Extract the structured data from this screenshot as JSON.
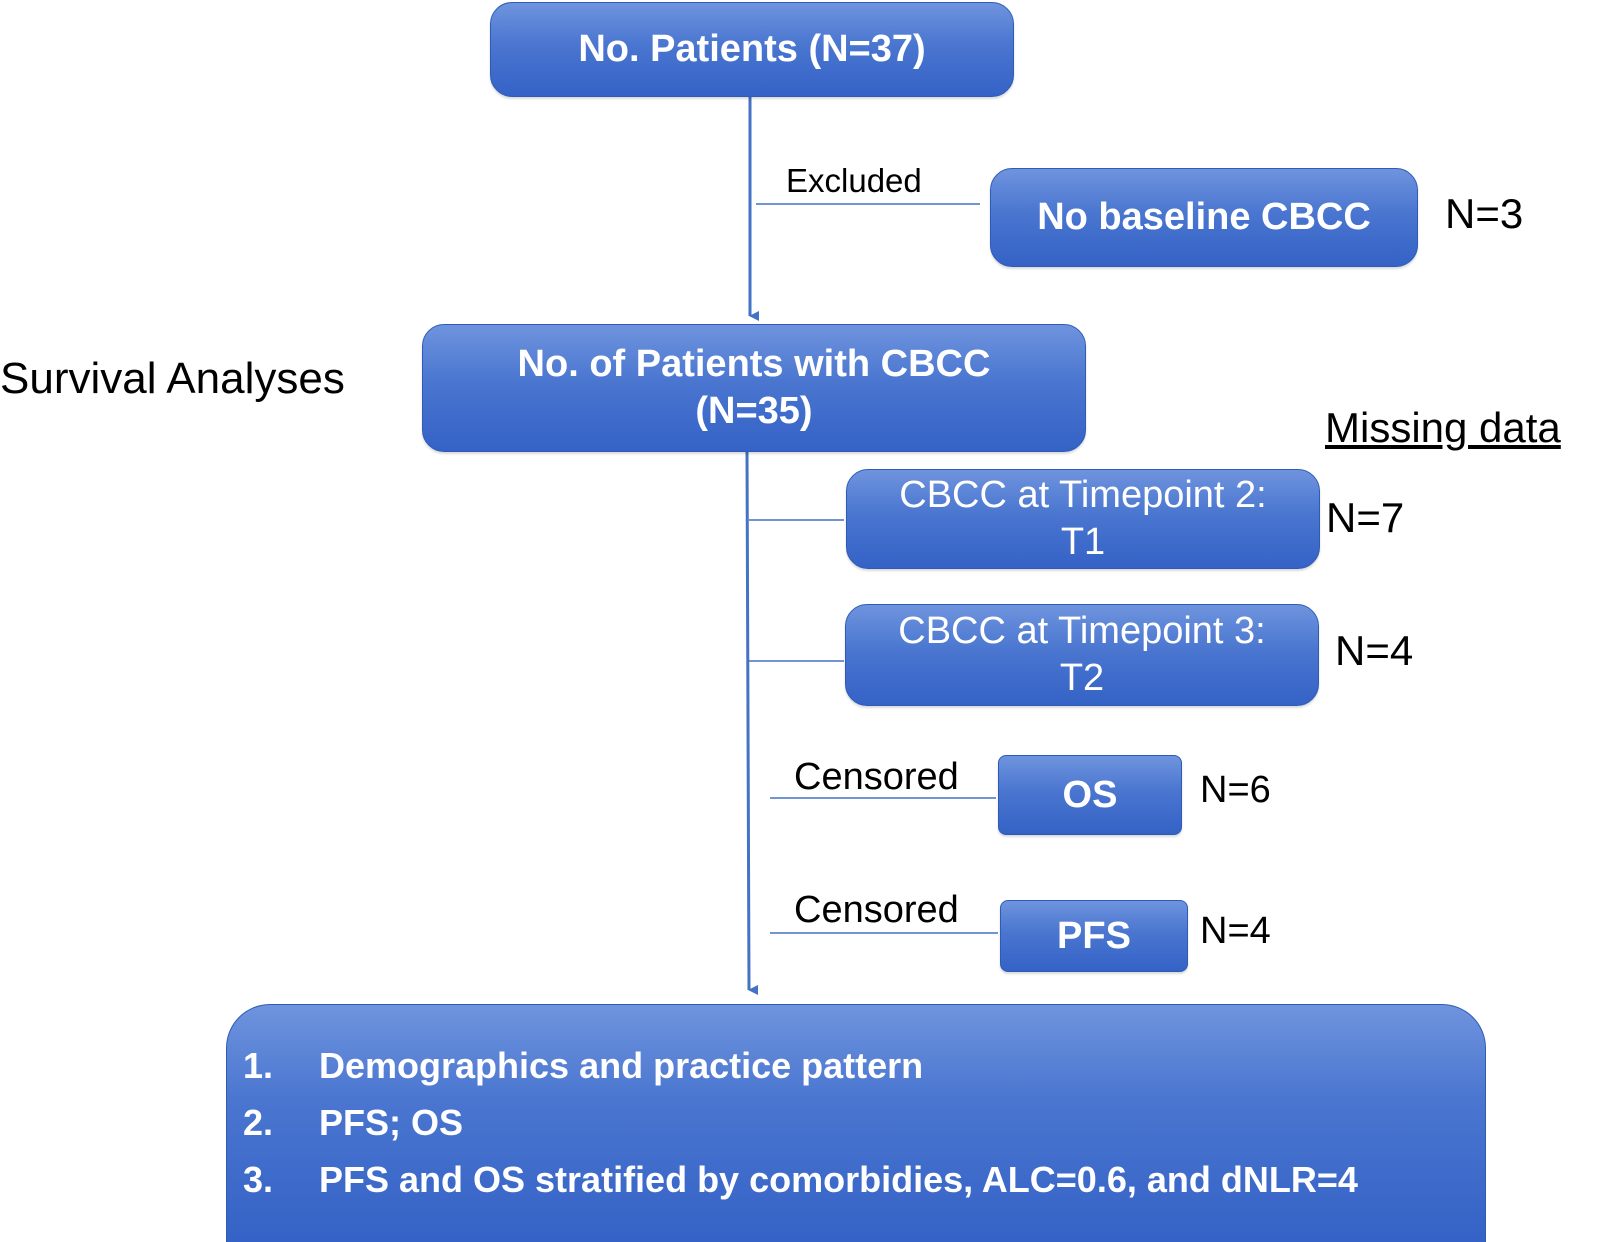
{
  "nodes": {
    "total": {
      "label": "No. Patients (N=37)"
    },
    "excluded": {
      "edge_label": "Excluded",
      "label": "No baseline CBCC",
      "count": "N=3"
    },
    "cbcc": {
      "line1": "No. of Patients with CBCC",
      "line2": "(N=35)"
    },
    "side_label": "Survival Analyses",
    "missing_heading": "Missing data",
    "timepoint2": {
      "line1": "CBCC at Timepoint 2:",
      "line2": "T1",
      "count": "N=7"
    },
    "timepoint3": {
      "line1": "CBCC at Timepoint 3:",
      "line2": "T2",
      "count": "N=4"
    },
    "os": {
      "edge_label": "Censored",
      "label": "OS",
      "count": "N=6"
    },
    "pfs": {
      "edge_label": "Censored",
      "label": "PFS",
      "count": "N=4"
    }
  },
  "outcomes": [
    {
      "num": "1.",
      "text": "Demographics and practice pattern"
    },
    {
      "num": "2.",
      "text": "PFS; OS"
    },
    {
      "num": "3.",
      "text": "PFS and OS stratified by comorbidies, ALC=0.6, and dNLR=4"
    }
  ],
  "colors": {
    "box_fill": "#4a76d0",
    "line": "#4472c4",
    "text": "#000000"
  }
}
